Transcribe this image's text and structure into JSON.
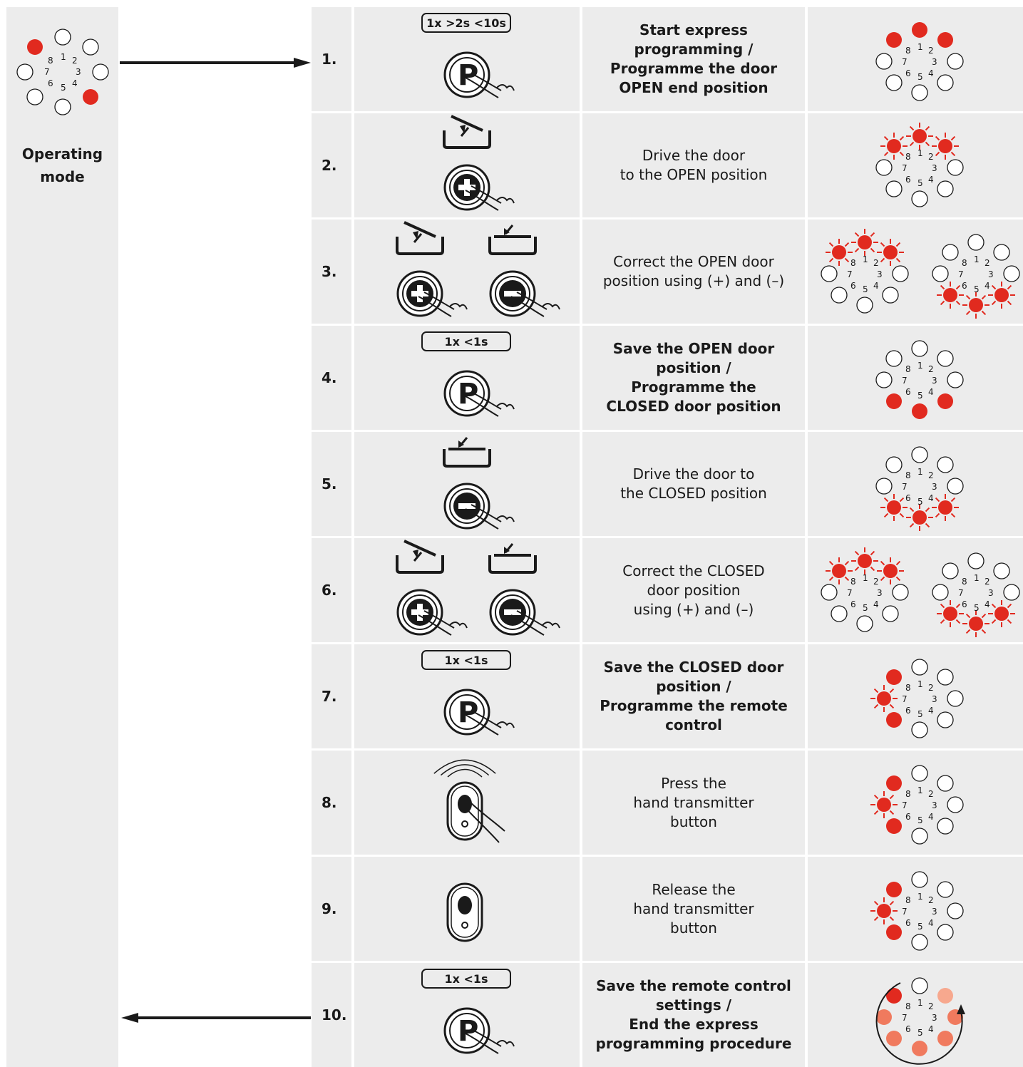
{
  "left_panel": {
    "mode_label": "Operating\nmode",
    "led_numbers": [
      "1",
      "2",
      "3",
      "4",
      "5",
      "6",
      "7",
      "8"
    ]
  },
  "steps": [
    {
      "num": "1.",
      "time": "1x  >2s <10s",
      "desc": "Start express\nprogramming /\nProgramme the door\nOPEN end position",
      "bold": true
    },
    {
      "num": "2.",
      "time": "",
      "desc": "Drive the door\nto the OPEN position",
      "bold": false
    },
    {
      "num": "3.",
      "time": "",
      "desc": "Correct the OPEN door\nposition using (+) and (–)",
      "bold": false
    },
    {
      "num": "4.",
      "time": "1x  <1s",
      "desc": "Save the OPEN door\nposition /\nProgramme the\nCLOSED door position",
      "bold": true
    },
    {
      "num": "5.",
      "time": "",
      "desc": "Drive the door to\nthe CLOSED position",
      "bold": false
    },
    {
      "num": "6.",
      "time": "",
      "desc": "Correct the CLOSED\ndoor position\nusing (+) and (–)",
      "bold": false
    },
    {
      "num": "7.",
      "time": "1x  <1s",
      "desc": "Save the CLOSED door\nposition /\nProgramme the remote\ncontrol",
      "bold": true
    },
    {
      "num": "8.",
      "time": "",
      "desc": "Press the\nhand transmitter\nbutton",
      "bold": false
    },
    {
      "num": "9.",
      "time": "",
      "desc": "Release the\nhand transmitter\nbutton",
      "bold": false
    },
    {
      "num": "10.",
      "time": "1x  <1s",
      "desc": "Save the remote control\nsettings /\nEnd the express\nprogramming procedure",
      "bold": true
    }
  ],
  "colors": {
    "led_on": "#e12a1f",
    "led_fade": "#f7a88e",
    "led_mid": "#f07a5e",
    "panel_bg": "#ececec"
  }
}
